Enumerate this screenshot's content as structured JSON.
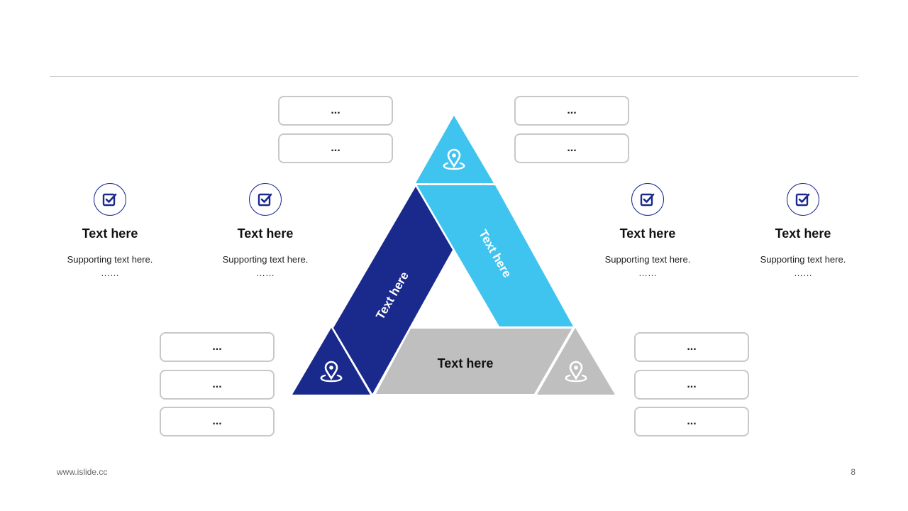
{
  "boxes": {
    "top_left": [
      "...",
      "..."
    ],
    "top_right": [
      "...",
      "..."
    ],
    "bottom_left": [
      "...",
      "...",
      "..."
    ],
    "bottom_right": [
      "...",
      "...",
      "..."
    ]
  },
  "columns": [
    {
      "title": "Text here",
      "sub": "Supporting  text here.",
      "dots": "……"
    },
    {
      "title": "Text here",
      "sub": "Supporting  text here.",
      "dots": "……"
    },
    {
      "title": "Text here",
      "sub": "Supporting  text here.",
      "dots": "……"
    },
    {
      "title": "Text here",
      "sub": "Supporting  text here.",
      "dots": "……"
    }
  ],
  "triangle": {
    "left_label": "Text here",
    "right_label": "Text here",
    "bottom_label": "Text here",
    "colors": {
      "light_blue": "#3fc4f0",
      "navy": "#1a2a8c",
      "gray": "#bfbfbf"
    }
  },
  "footer": {
    "website": "www.islide.cc",
    "page": "8"
  }
}
